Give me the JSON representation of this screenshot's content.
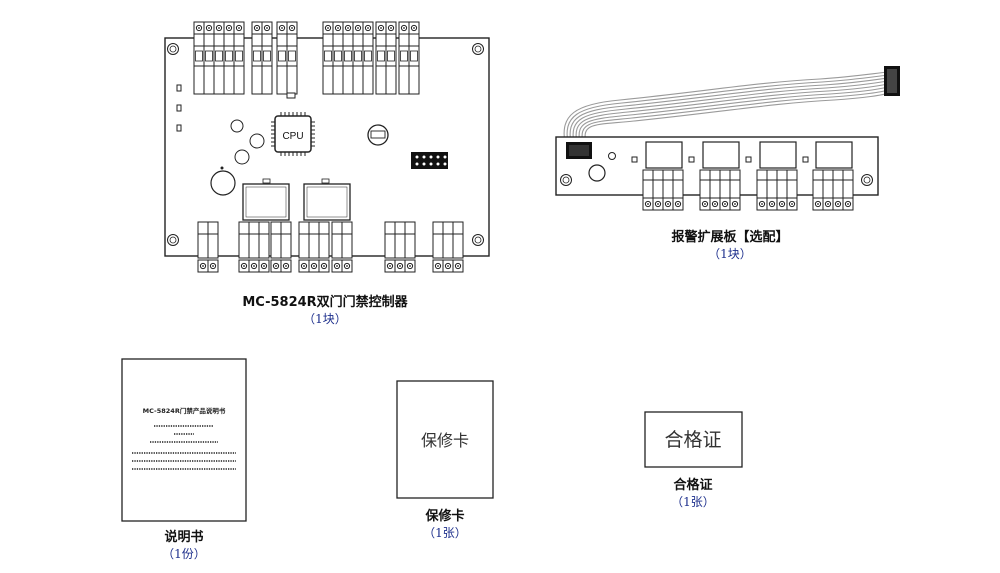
{
  "board": {
    "cpu_label": "CPU",
    "title": "MC-5824R双门门禁控制器",
    "qty": "（1块）"
  },
  "expansion": {
    "title": "报警扩展板【选配】",
    "qty": "（1块）"
  },
  "manual": {
    "cover_title": "MC-5824R门禁产品说明书",
    "title": "说明书",
    "qty": "（1份）"
  },
  "warranty": {
    "card_text": "保修卡",
    "title": "保修卡",
    "qty": "（1张）"
  },
  "certificate": {
    "card_text": "合格证",
    "title": "合格证",
    "qty": "（1张）"
  }
}
